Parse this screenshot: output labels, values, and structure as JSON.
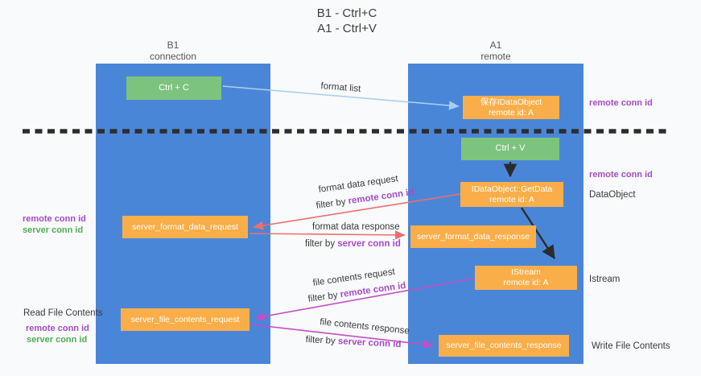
{
  "title": {
    "line1": "B1 - Ctrl+C",
    "line2": "A1 - Ctrl+V"
  },
  "columns": {
    "left": {
      "header_line1": "B1",
      "header_line2": "connection"
    },
    "right": {
      "header_line1": "A1",
      "header_line2": "remote"
    }
  },
  "nodes": {
    "ctrl_c": "Ctrl + C",
    "ctrl_v": "Ctrl + V",
    "save_dataobject": {
      "line1": "保存IDataObject",
      "line2": "remote id: A"
    },
    "getdata": {
      "line1": "IDataObject::GetData",
      "line2": "remote id: A"
    },
    "istream": {
      "line1": "IStream",
      "line2": "remote id: A"
    },
    "server_format_data_request": "server_format_data_request",
    "server_format_data_response": "server_format_data_response",
    "server_file_contents_request": "server_file_contents_request",
    "server_file_contents_response": "server_file_contents_response"
  },
  "arrow_labels": {
    "format_list": "format list",
    "format_data_request": "format data request",
    "format_data_response": "format data response",
    "file_contents_request": "file contents request",
    "file_contents_response": "file contents response",
    "filter_by": "filter by ",
    "remote_conn_id": "remote conn id",
    "server_conn_id": "server conn id"
  },
  "side_labels": {
    "remote_conn_id": "remote conn id",
    "server_conn_id": "server conn id",
    "dataobject": "DataObject",
    "istream": "Istream",
    "read_file_contents": "Read File Contents",
    "write_file_contents": "Write File Contents"
  },
  "colors": {
    "column_blue": "#4a86d8",
    "node_green": "#7cc47e",
    "node_orange": "#f9ae49",
    "arrow_red": "#ed6e6e",
    "arrow_magenta": "#c44ec8",
    "arrow_blue": "#aacfec",
    "arrow_black": "#2b2b2b",
    "label_purple": "#a64bc6",
    "label_green": "#4fae51"
  }
}
